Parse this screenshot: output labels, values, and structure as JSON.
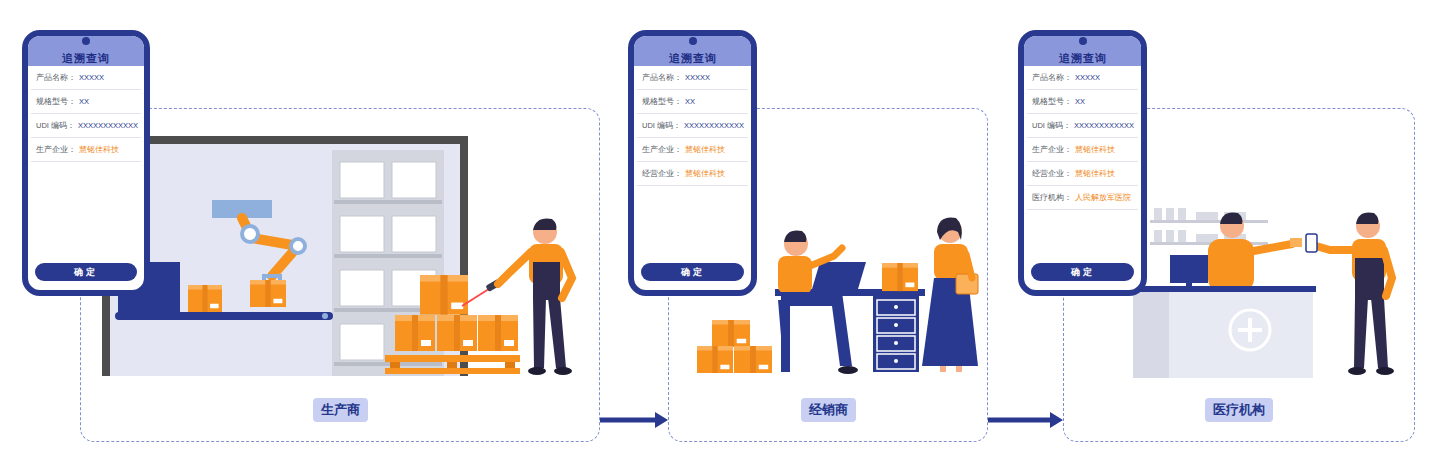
{
  "diagram": {
    "nodes": [
      {
        "text": [
          "生产商"
        ]
      },
      {
        "text": [
          "追溯查询",
          "产品名称：",
          "XXXXX",
          "规格型号：",
          "XX",
          "UDI 编码：",
          "XXXXXXXXXXXX",
          "生产企业：",
          "慧铭佳科技",
          "确定"
        ]
      },
      {
        "text": [
          "经销商"
        ]
      },
      {
        "text": [
          "追溯查询",
          "产品名称：",
          "XXXXX",
          "规格型号：",
          "XX",
          "UDI 编码：",
          "XXXXXXXXXXXX",
          "生产企业：",
          "慧铭佳科技",
          "经营企业：",
          "慧铭佳科技",
          "确定"
        ]
      },
      {
        "text": [
          "医疗机构"
        ]
      },
      {
        "text": [
          "追溯查询",
          "产品名称：",
          "XXXXX",
          "规格型号：",
          "XX",
          "UDI 编码：",
          "XXXXXXXXXXXX",
          "生产企业：",
          "慧铭佳科技",
          "经营企业：",
          "慧铭佳科技",
          "医疗机构：",
          "人民解放军医院",
          "确定"
        ]
      }
    ],
    "edges": [
      {
        "from": 0,
        "to": 2,
        "arrow": "to"
      },
      {
        "from": 2,
        "to": 4,
        "arrow": "to"
      }
    ]
  }
}
